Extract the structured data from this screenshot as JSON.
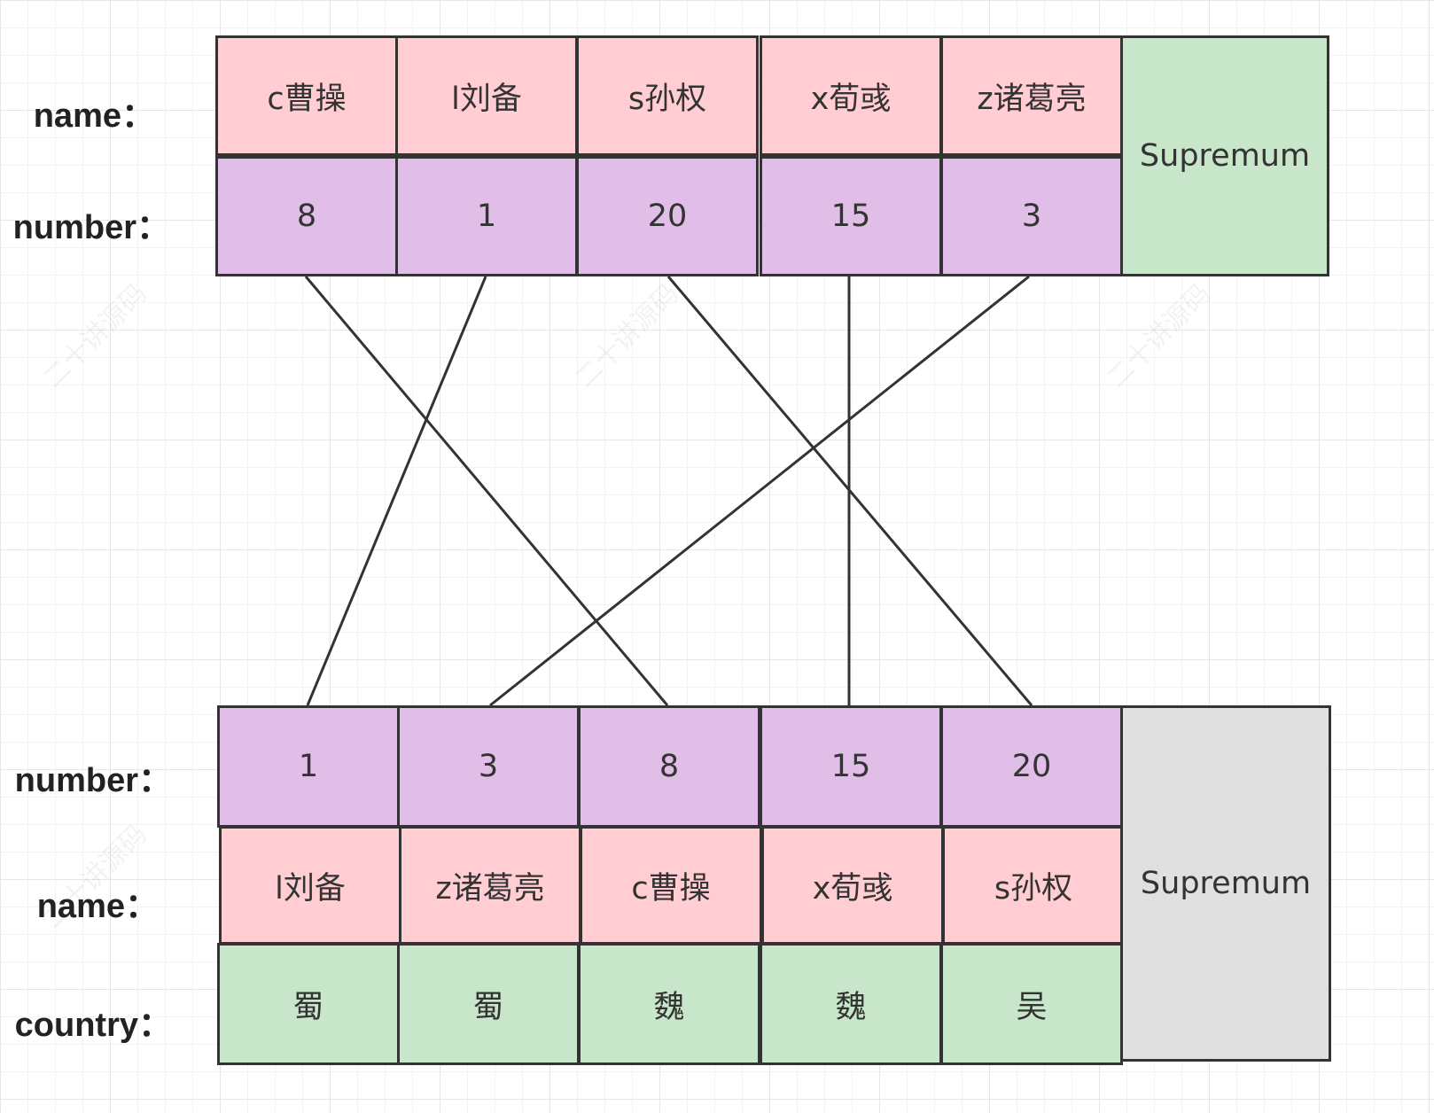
{
  "watermark": "二十讲源码",
  "top": {
    "labels": [
      "name：",
      "number："
    ],
    "names": [
      "c曹操",
      "l刘备",
      "s孙权",
      "x荀彧",
      "z诸葛亮"
    ],
    "numbers": [
      "8",
      "1",
      "20",
      "15",
      "3"
    ],
    "supremum": "Supremum"
  },
  "bottom": {
    "labels": [
      "number：",
      "name：",
      "country："
    ],
    "numbers": [
      "1",
      "3",
      "8",
      "15",
      "20"
    ],
    "names": [
      "l刘备",
      "z诸葛亮",
      "c曹操",
      "x荀彧",
      "s孙权"
    ],
    "countries": [
      "蜀",
      "蜀",
      "魏",
      "魏",
      "吴"
    ],
    "supremum": "Supremum"
  },
  "links": [
    {
      "from_top_index": 0,
      "to_bottom_index": 2
    },
    {
      "from_top_index": 1,
      "to_bottom_index": 0
    },
    {
      "from_top_index": 2,
      "to_bottom_index": 4
    },
    {
      "from_top_index": 3,
      "to_bottom_index": 3
    },
    {
      "from_top_index": 4,
      "to_bottom_index": 1
    }
  ],
  "colors": {
    "name_cell": "#ffcdd2",
    "number_cell": "#e1bee7",
    "country_cell": "#c8e6c9",
    "supremum_top": "#c8e6c9",
    "supremum_bottom": "#e0e0e0",
    "border": "#333333"
  }
}
